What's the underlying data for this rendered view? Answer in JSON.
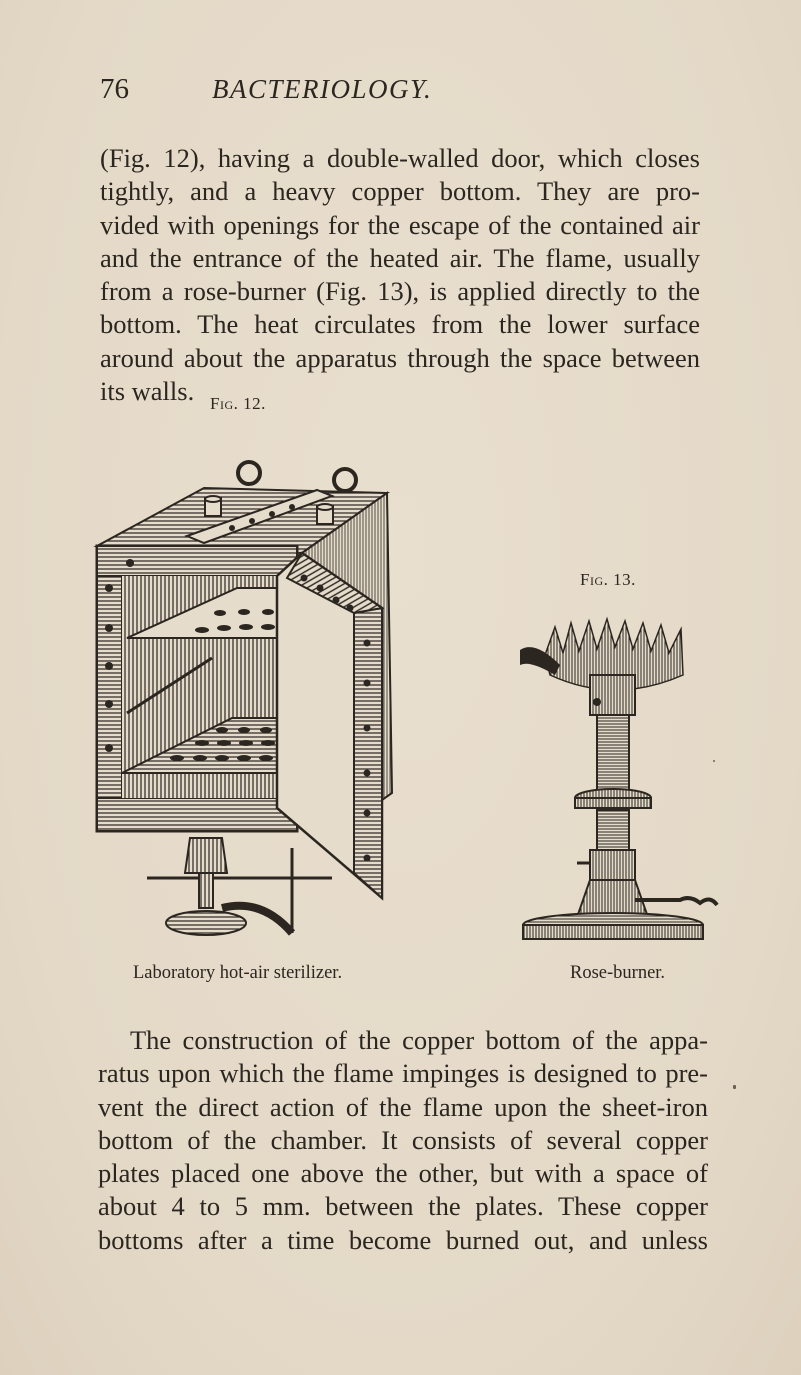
{
  "running_head": {
    "page_number": "76",
    "title": "BACTERIOLOGY."
  },
  "paragraph_1": {
    "lines": [
      "(Fig. 12), having a double-walled door, which closes",
      "tightly, and a heavy copper bottom. They are pro-",
      "vided with openings for the escape of the contained air",
      "and the entrance of the heated air. The flame, usually",
      "from a rose-burner (Fig. 13), is applied directly to the",
      "bottom. The heat circulates from the lower surface",
      "around about the apparatus through the space between",
      "its walls."
    ]
  },
  "figures": [
    {
      "label": "Fig. 12.",
      "caption": "Laboratory hot-air sterilizer.",
      "illustration": "hot-air-sterilizer-engraving"
    },
    {
      "label": "Fig. 13.",
      "caption": "Rose-burner.",
      "illustration": "rose-burner-engraving"
    }
  ],
  "paragraph_2": {
    "lines": [
      "The construction of the copper bottom of the appa-",
      "ratus upon which the flame impinges is designed to pre-",
      "vent the direct action of the flame upon the sheet-iron",
      "bottom of the chamber. It consists of several copper",
      "plates placed one above the other, but with a space of",
      "about 4 to 5 mm. between the plates. These copper",
      "bottoms after a time become burned out, and unless"
    ]
  },
  "colors": {
    "paper": "#e6dccb",
    "ink": "#2b2620"
  }
}
